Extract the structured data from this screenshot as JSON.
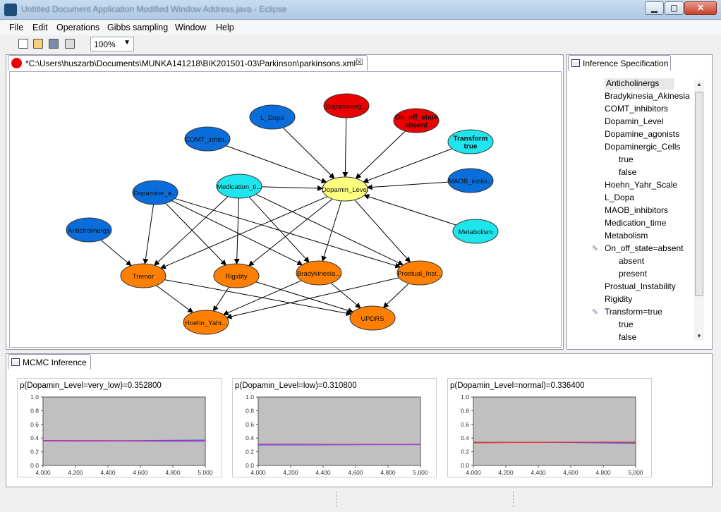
{
  "window": {
    "title": "Untitled Document Application Modified Window Address.java - Eclipse"
  },
  "menu": [
    "File",
    "Edit",
    "Operations",
    "Gibbs sampling",
    "Window",
    "Help"
  ],
  "toolbar": {
    "zoom": "100%"
  },
  "editor": {
    "tab_label": "*C:\\Users\\huszarb\\Documents\\MUNKA141218\\BIK201501-03\\Parkinson\\parkinsons.xml",
    "colors": {
      "blue": "#0a6ddc",
      "red": "#ee0000",
      "cyan": "#1fe6ee",
      "yellow": "#ffff80",
      "orange": "#ff7f00"
    },
    "nodes": [
      {
        "id": "dopaminergic",
        "label": "Dopaminerg...",
        "color": "red"
      },
      {
        "id": "ldopa",
        "label": "L_Dopa",
        "color": "blue"
      },
      {
        "id": "onoff",
        "label": "On_off_state absent",
        "color": "red",
        "bold": true
      },
      {
        "id": "comt",
        "label": "COMT_inhibi...",
        "color": "blue"
      },
      {
        "id": "transform",
        "label": "Transform true",
        "color": "cyan",
        "bold": true
      },
      {
        "id": "dopamin_level",
        "label": "Dopamin_Level",
        "color": "yellow"
      },
      {
        "id": "medication",
        "label": "Medication_ti...",
        "color": "cyan"
      },
      {
        "id": "maob",
        "label": "MAOB_inhibi...",
        "color": "blue"
      },
      {
        "id": "dopamine_ag",
        "label": "Dopamine_a...",
        "color": "blue"
      },
      {
        "id": "anticholinergs",
        "label": "Anticholinergs",
        "color": "blue"
      },
      {
        "id": "metabolism",
        "label": "Metabolism",
        "color": "cyan"
      },
      {
        "id": "tremor",
        "label": "Tremor",
        "color": "orange"
      },
      {
        "id": "rigidity",
        "label": "Rigidity",
        "color": "orange"
      },
      {
        "id": "bradykinesia",
        "label": "Bradykinesia...",
        "color": "orange"
      },
      {
        "id": "prostual",
        "label": "Prostual_Inst...",
        "color": "orange"
      },
      {
        "id": "hoehn",
        "label": "Hoehn_Yahr...",
        "color": "orange"
      },
      {
        "id": "updrs",
        "label": "UPDRS",
        "color": "orange"
      }
    ],
    "edges": [
      [
        "dopaminergic",
        "dopamin_level"
      ],
      [
        "ldopa",
        "dopamin_level"
      ],
      [
        "onoff",
        "dopamin_level"
      ],
      [
        "comt",
        "dopamin_level"
      ],
      [
        "transform",
        "dopamin_level"
      ],
      [
        "maob",
        "dopamin_level"
      ],
      [
        "metabolism",
        "dopamin_level"
      ],
      [
        "medication",
        "dopamin_level"
      ],
      [
        "dopamine_ag",
        "tremor"
      ],
      [
        "dopamine_ag",
        "rigidity"
      ],
      [
        "dopamine_ag",
        "bradykinesia"
      ],
      [
        "dopamine_ag",
        "prostual"
      ],
      [
        "medication",
        "tremor"
      ],
      [
        "medication",
        "rigidity"
      ],
      [
        "medication",
        "bradykinesia"
      ],
      [
        "medication",
        "prostual"
      ],
      [
        "dopamin_level",
        "tremor"
      ],
      [
        "dopamin_level",
        "rigidity"
      ],
      [
        "dopamin_level",
        "bradykinesia"
      ],
      [
        "dopamin_level",
        "prostual"
      ],
      [
        "anticholinergs",
        "tremor"
      ],
      [
        "tremor",
        "hoehn"
      ],
      [
        "tremor",
        "updrs"
      ],
      [
        "rigidity",
        "hoehn"
      ],
      [
        "rigidity",
        "updrs"
      ],
      [
        "bradykinesia",
        "hoehn"
      ],
      [
        "bradykinesia",
        "updrs"
      ],
      [
        "prostual",
        "hoehn"
      ],
      [
        "prostual",
        "updrs"
      ]
    ]
  },
  "inference_spec": {
    "tab_label": "Inference Specification",
    "items": [
      {
        "label": "Anticholinergs",
        "indent": 0,
        "selected": true
      },
      {
        "label": "Bradykinesia_Akinesia",
        "indent": 0
      },
      {
        "label": "COMT_inhibitors",
        "indent": 0
      },
      {
        "label": "Dopamin_Level",
        "indent": 0
      },
      {
        "label": "Dopamine_agonists",
        "indent": 0
      },
      {
        "label": "Dopaminergic_Cells",
        "indent": 0
      },
      {
        "label": "true",
        "indent": 1
      },
      {
        "label": "false",
        "indent": 1
      },
      {
        "label": "Hoehn_Yahr_Scale",
        "indent": 0
      },
      {
        "label": "L_Dopa",
        "indent": 0
      },
      {
        "label": "MAOB_inhibitors",
        "indent": 0
      },
      {
        "label": "Medication_time",
        "indent": 0
      },
      {
        "label": "Metabolism",
        "indent": 0
      },
      {
        "label": "On_off_state=absent",
        "indent": 0,
        "edited": true
      },
      {
        "label": "absent",
        "indent": 1
      },
      {
        "label": "present",
        "indent": 1
      },
      {
        "label": "Prostual_Instability",
        "indent": 0
      },
      {
        "label": "Rigidity",
        "indent": 0
      },
      {
        "label": "Transform=true",
        "indent": 0,
        "edited": true
      },
      {
        "label": "true",
        "indent": 1
      },
      {
        "label": "false",
        "indent": 1
      }
    ]
  },
  "mcmc": {
    "tab_label": "MCMC Inference",
    "chart_data": [
      {
        "type": "line",
        "title": "p(Dopamin_Level=very_low)=0.352800",
        "xlim": [
          4000,
          5000
        ],
        "ylim": [
          0.0,
          1.0
        ],
        "xticks": [
          "4,000",
          "4,200",
          "4,400",
          "4,600",
          "4,800",
          "5,000"
        ],
        "yticks": [
          "0.0",
          "0.2",
          "0.4",
          "0.6",
          "0.8",
          "1.0"
        ],
        "plot_bg": "#c0c0c0",
        "series": [
          {
            "color": "#3355ee",
            "x": [
              4000,
              4500,
              5000
            ],
            "values": [
              0.365,
              0.362,
              0.37
            ]
          },
          {
            "color": "#ff3333",
            "x": [
              4000,
              4500,
              5000
            ],
            "values": [
              0.36,
              0.358,
              0.355
            ]
          },
          {
            "color": "#cc44cc",
            "x": [
              4000,
              4500,
              5000
            ],
            "values": [
              0.356,
              0.354,
              0.352
            ]
          }
        ]
      },
      {
        "type": "line",
        "title": "p(Dopamin_Level=low)=0.310800",
        "xlim": [
          4000,
          5000
        ],
        "ylim": [
          0.0,
          1.0
        ],
        "xticks": [
          "4,000",
          "4,200",
          "4,400",
          "4,600",
          "4,800",
          "5,000"
        ],
        "yticks": [
          "0.0",
          "0.2",
          "0.4",
          "0.6",
          "0.8",
          "1.0"
        ],
        "plot_bg": "#c0c0c0",
        "series": [
          {
            "color": "#3355ee",
            "x": [
              4000,
              4500,
              5000
            ],
            "values": [
              0.3,
              0.302,
              0.305
            ]
          },
          {
            "color": "#ff6600",
            "x": [
              4000,
              4500,
              5000
            ],
            "values": [
              0.315,
              0.312,
              0.312
            ]
          },
          {
            "color": "#cc44cc",
            "x": [
              4000,
              4500,
              5000
            ],
            "values": [
              0.31,
              0.308,
              0.31
            ]
          }
        ]
      },
      {
        "type": "line",
        "title": "p(Dopamin_Level=normal)=0.336400",
        "xlim": [
          4000,
          5000
        ],
        "ylim": [
          0.0,
          1.0
        ],
        "xticks": [
          "4,000",
          "4,200",
          "4,400",
          "4,600",
          "4,800",
          "5,000"
        ],
        "yticks": [
          "0.0",
          "0.2",
          "0.4",
          "0.6",
          "0.8",
          "1.0"
        ],
        "plot_bg": "#c0c0c0",
        "series": [
          {
            "color": "#888800",
            "x": [
              4000,
              4500,
              5000
            ],
            "values": [
              0.34,
              0.337,
              0.336
            ]
          },
          {
            "color": "#3355ee",
            "x": [
              4000,
              4500,
              5000
            ],
            "values": [
              0.335,
              0.338,
              0.325
            ]
          },
          {
            "color": "#ff3333",
            "x": [
              4000,
              4500,
              5000
            ],
            "values": [
              0.33,
              0.34,
              0.342
            ]
          }
        ]
      }
    ]
  }
}
